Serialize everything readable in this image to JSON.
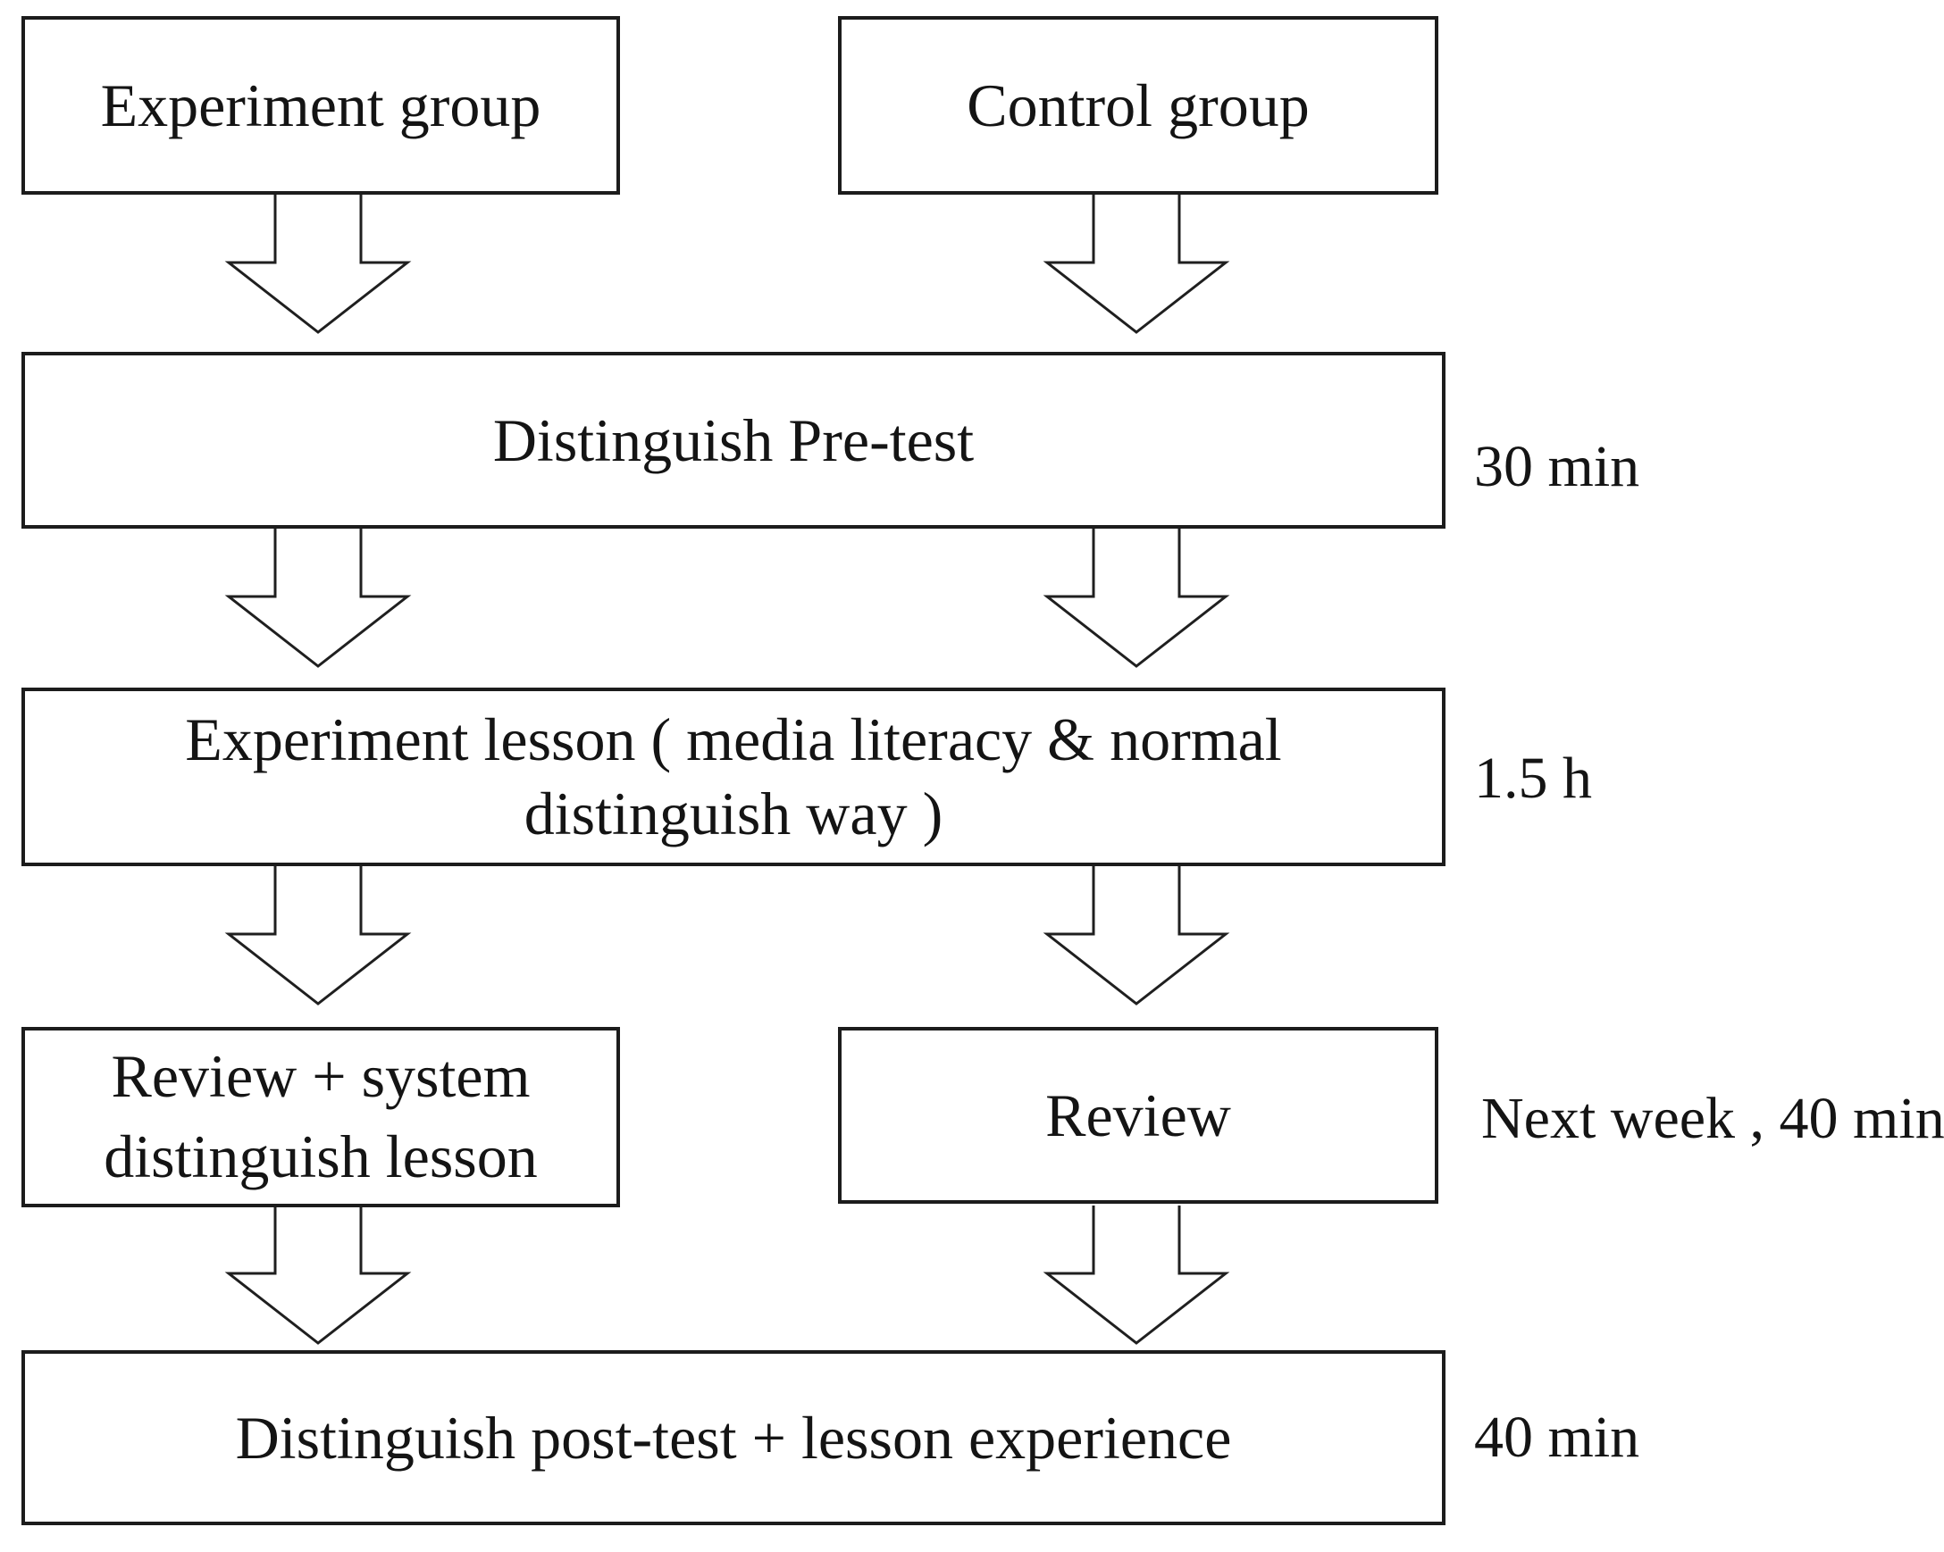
{
  "flowchart": {
    "boxes": {
      "experiment_group": {
        "lines": [
          "Experiment group"
        ]
      },
      "control_group": {
        "lines": [
          "Control group"
        ]
      },
      "pretest": {
        "lines": [
          "Distinguish Pre-test"
        ]
      },
      "lesson": {
        "lines": [
          "Experiment lesson ( media literacy & normal",
          "distinguish way )"
        ]
      },
      "review_system": {
        "lines": [
          "Review + system",
          "distinguish lesson"
        ]
      },
      "review": {
        "lines": [
          "Review"
        ]
      },
      "posttest": {
        "lines": [
          "Distinguish post-test + lesson experience"
        ]
      }
    },
    "side_labels": {
      "pretest_duration": "30 min",
      "lesson_duration": "1.5 h",
      "review_timing": "Next week , 40 min",
      "posttest_duration": "40 min"
    },
    "colors": {
      "stroke": "#1f1f1f",
      "border": "#1c1c1c",
      "text": "#141414",
      "background": "#ffffff"
    }
  }
}
